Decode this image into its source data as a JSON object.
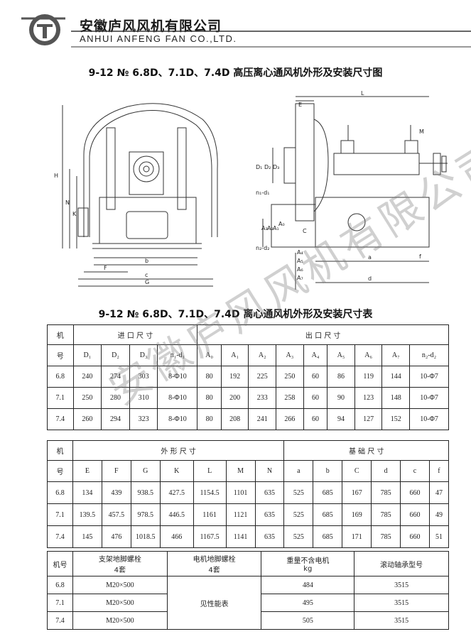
{
  "header": {
    "company_cn": "安徽庐风风机有限公司",
    "company_en": "ANHUI ANFENG FAN CO.,LTD."
  },
  "drawing": {
    "title": "9-12 № 6.8D、7.1D、7.4D 高压离心通风机外形及安装尺寸图",
    "labels": {
      "H": "H",
      "N": "N",
      "K": "K",
      "F": "F",
      "b": "b",
      "c": "c",
      "G": "G",
      "E": "E",
      "L": "L",
      "M": "M",
      "D3": "D₃",
      "D2": "D₂",
      "D1": "D₁",
      "n1d1": "n₁-d₁",
      "A3": "A₃",
      "A2": "A₂",
      "A1": "A₁",
      "A0": "A₀",
      "n2d2": "n₂-d₂",
      "A4": "A₄",
      "A5": "A₅",
      "A6": "A₆",
      "A7": "A₇",
      "C": "C",
      "f": "f",
      "a": "a",
      "d": "d"
    }
  },
  "table_title": "9-12 № 6.8D、7.1D、7.4D 离心通风机外形及安装尺寸表",
  "table1": {
    "col_machine_a": "机",
    "col_machine_b": "号",
    "group_inlet": "进 口 尺 寸",
    "group_outlet": "出 口 尺 寸",
    "headers": [
      "D₁",
      "D₂",
      "D₃",
      "n₁-d₁",
      "A₀",
      "A₁",
      "A₂",
      "A₃",
      "A₄",
      "A₅",
      "A₆",
      "A₇",
      "n₂-d₂"
    ],
    "rows": [
      {
        "no": "6.8",
        "vals": [
          "240",
          "274",
          "303",
          "8-Φ10",
          "80",
          "192",
          "225",
          "250",
          "60",
          "86",
          "119",
          "144",
          "10-Φ7"
        ]
      },
      {
        "no": "7.1",
        "vals": [
          "250",
          "280",
          "310",
          "8-Φ10",
          "80",
          "200",
          "233",
          "258",
          "60",
          "90",
          "123",
          "148",
          "10-Φ7"
        ]
      },
      {
        "no": "7.4",
        "vals": [
          "260",
          "294",
          "323",
          "8-Φ10",
          "80",
          "208",
          "241",
          "266",
          "60",
          "94",
          "127",
          "152",
          "10-Φ7"
        ]
      }
    ]
  },
  "table2": {
    "col_machine_a": "机",
    "col_machine_b": "号",
    "group_outline": "外 形 尺 寸",
    "group_foundation": "基 础 尺 寸",
    "headers": [
      "E",
      "F",
      "G",
      "K",
      "L",
      "M",
      "N",
      "a",
      "b",
      "C",
      "d",
      "c",
      "f"
    ],
    "rows": [
      {
        "no": "6.8",
        "vals": [
          "134",
          "439",
          "938.5",
          "427.5",
          "1154.5",
          "1101",
          "635",
          "525",
          "685",
          "167",
          "785",
          "660",
          "47"
        ]
      },
      {
        "no": "7.1",
        "vals": [
          "139.5",
          "457.5",
          "978.5",
          "446.5",
          "1161",
          "1121",
          "635",
          "525",
          "685",
          "169",
          "785",
          "660",
          "49"
        ]
      },
      {
        "no": "7.4",
        "vals": [
          "145",
          "476",
          "1018.5",
          "466",
          "1167.5",
          "1141",
          "635",
          "525",
          "685",
          "171",
          "785",
          "660",
          "51"
        ]
      }
    ]
  },
  "table3": {
    "col_machine": "机号",
    "h_bracket_a": "支架地脚螺栓",
    "h_bracket_b": "4套",
    "h_motor_a": "电机地脚螺栓",
    "h_motor_b": "4套",
    "h_weight_a": "重量不含电机",
    "h_weight_b": "kg",
    "h_bearing": "滚动轴承型号",
    "motor_note": "见性能表",
    "rows": [
      {
        "no": "6.8",
        "bolt": "M20×500",
        "weight": "484",
        "bearing": "3515"
      },
      {
        "no": "7.1",
        "bolt": "M20×500",
        "weight": "495",
        "bearing": "3515"
      },
      {
        "no": "7.4",
        "bolt": "M20×500",
        "weight": "505",
        "bearing": "3515"
      }
    ]
  },
  "watermark": "安徽庐风风机有限公司"
}
